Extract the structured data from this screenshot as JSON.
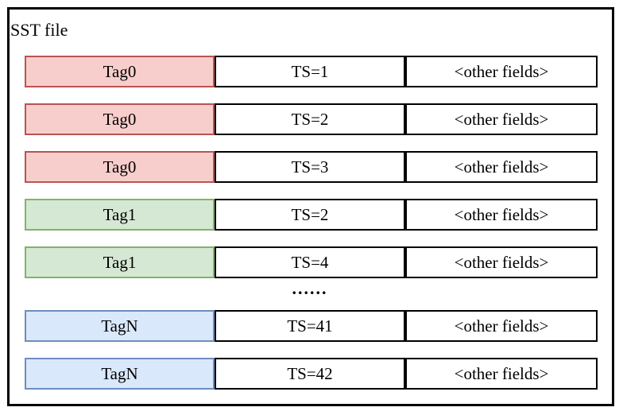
{
  "diagram": {
    "title": "SST file",
    "colors": {
      "red_fill": "#f8cecc",
      "red_stroke": "#b85450",
      "green_fill": "#d5e8d4",
      "green_stroke": "#82b366",
      "blue_fill": "#dae8fc",
      "blue_stroke": "#6c8ebf",
      "cell_fill": "#ffffff",
      "cell_stroke": "#000000",
      "outer_stroke": "#000000"
    },
    "rows": [
      {
        "type": "record",
        "color": "red",
        "tag": "Tag0",
        "ts": "TS=1",
        "other": "<other fields>"
      },
      {
        "type": "record",
        "color": "red",
        "tag": "Tag0",
        "ts": "TS=2",
        "other": "<other fields>"
      },
      {
        "type": "record",
        "color": "red",
        "tag": "Tag0",
        "ts": "TS=3",
        "other": "<other fields>"
      },
      {
        "type": "record",
        "color": "green",
        "tag": "Tag1",
        "ts": "TS=2",
        "other": "<other fields>"
      },
      {
        "type": "record",
        "color": "green",
        "tag": "Tag1",
        "ts": "TS=4",
        "other": "<other fields>"
      },
      {
        "type": "ellipsis",
        "label": "......"
      },
      {
        "type": "record",
        "color": "blue",
        "tag": "TagN",
        "ts": "TS=41",
        "other": "<other fields>"
      },
      {
        "type": "record",
        "color": "blue",
        "tag": "TagN",
        "ts": "TS=42",
        "other": "<other fields>"
      }
    ]
  }
}
